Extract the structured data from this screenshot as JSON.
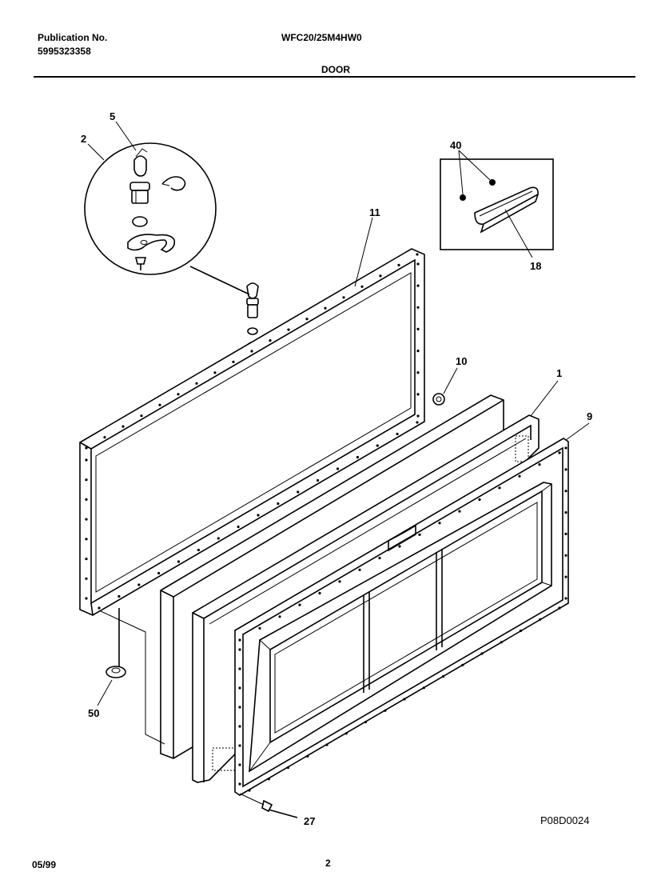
{
  "header": {
    "publication_label": "Publication No.",
    "publication_number": "5995323358",
    "model": "WFC20/25M4HW0",
    "section_title": "DOOR"
  },
  "callouts": {
    "hinge_assembly": "2",
    "hinge_pin": "5",
    "inner_door_panel": "11",
    "clip": "40",
    "handle": "18",
    "bumper": "10",
    "door_liner": "1",
    "gasket": "9",
    "foot": "50",
    "screw": "27"
  },
  "diagram_code": "P08D0024",
  "footer": {
    "date": "05/99",
    "page_number": "2"
  }
}
